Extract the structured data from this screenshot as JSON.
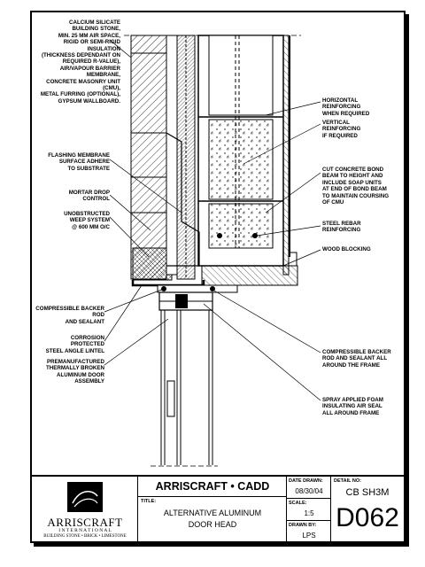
{
  "notes_left": [
    {
      "id": "materials",
      "lines": [
        "CALCIUM SILICATE",
        "BUILDING STONE,",
        "MIN. 25 MM AIR SPACE,",
        "RIGID OR SEMI-RIGID INSULATION",
        "(THICKNESS DEPENDANT ON",
        "REQUIRED R-VALUE),",
        "AIR/VAPOUR BARRIER",
        "MEMBRANE,",
        "CONCRETE MASONRY UNIT (CMU),",
        "METAL FURRING (OPTIONAL),",
        "GYPSUM WALLBOARD."
      ]
    },
    {
      "id": "flashing",
      "lines": [
        "FLASHING MEMBRANE",
        "SURFACE ADHERE",
        "TO SUBSTRATE"
      ]
    },
    {
      "id": "mortar",
      "lines": [
        "MORTAR DROP",
        "CONTROL"
      ]
    },
    {
      "id": "weep",
      "lines": [
        "UNOBSTRUCTED",
        "WEEP SYSTEM",
        "@ 600 MM O/C"
      ]
    },
    {
      "id": "backer",
      "lines": [
        "COMPRESSIBLE BACKER ROD",
        "AND SEALANT"
      ]
    },
    {
      "id": "lintel",
      "lines": [
        "CORROSION PROTECTED",
        "STEEL ANGLE LINTEL"
      ]
    },
    {
      "id": "door",
      "lines": [
        "PREMANUFACTURED",
        "THERMALLY BROKEN",
        "ALUMINUM DOOR ASSEMBLY"
      ]
    }
  ],
  "notes_right": [
    {
      "id": "horiz",
      "lines": [
        "HORIZONTAL",
        "REINFORCING",
        "WHEN REQUIRED"
      ]
    },
    {
      "id": "vert",
      "lines": [
        "VERTICAL",
        "REINFORCING",
        "IF REQUIRED"
      ]
    },
    {
      "id": "bond",
      "lines": [
        "CUT CONCRETE BOND",
        "BEAM TO HEIGHT AND",
        "INCLUDE SOAP UNITS",
        "AT END OF BOND BEAM",
        "TO MAINTAIN COURSING",
        "OF CMU"
      ]
    },
    {
      "id": "rebar",
      "lines": [
        "STEEL REBAR",
        "REINFORCING"
      ]
    },
    {
      "id": "wood",
      "lines": [
        "WOOD BLOCKING"
      ]
    },
    {
      "id": "backer2",
      "lines": [
        "COMPRESSIBLE BACKER",
        "ROD AND SEALANT ALL",
        "AROUND THE FRAME"
      ]
    },
    {
      "id": "foam",
      "lines": [
        "SPRAY APPLIED FOAM",
        "INSULATING AIR SEAL",
        "ALL AROUND FRAME"
      ]
    }
  ],
  "titleblock": {
    "company_main": "ARRISCRAFT",
    "company_sub": "I N T E R N A T I O N A L",
    "company_tag": "BUILDING STONE • BRICK • LIMESTONE",
    "heading": "ARRISCRAFT • CADD",
    "title_label": "TITLE:",
    "title_line1": "ALTERNATIVE ALUMINUM",
    "title_line2": "DOOR HEAD",
    "date_label": "DATE DRAWN:",
    "date_value": "08/30/04",
    "scale_label": "SCALE:",
    "scale_value": "1:5",
    "drawn_label": "DRAWN BY:",
    "drawn_value": "LPS",
    "detail_label": "DETAIL No:",
    "detail_code": "CB SH3M",
    "detail_number": "D062"
  }
}
